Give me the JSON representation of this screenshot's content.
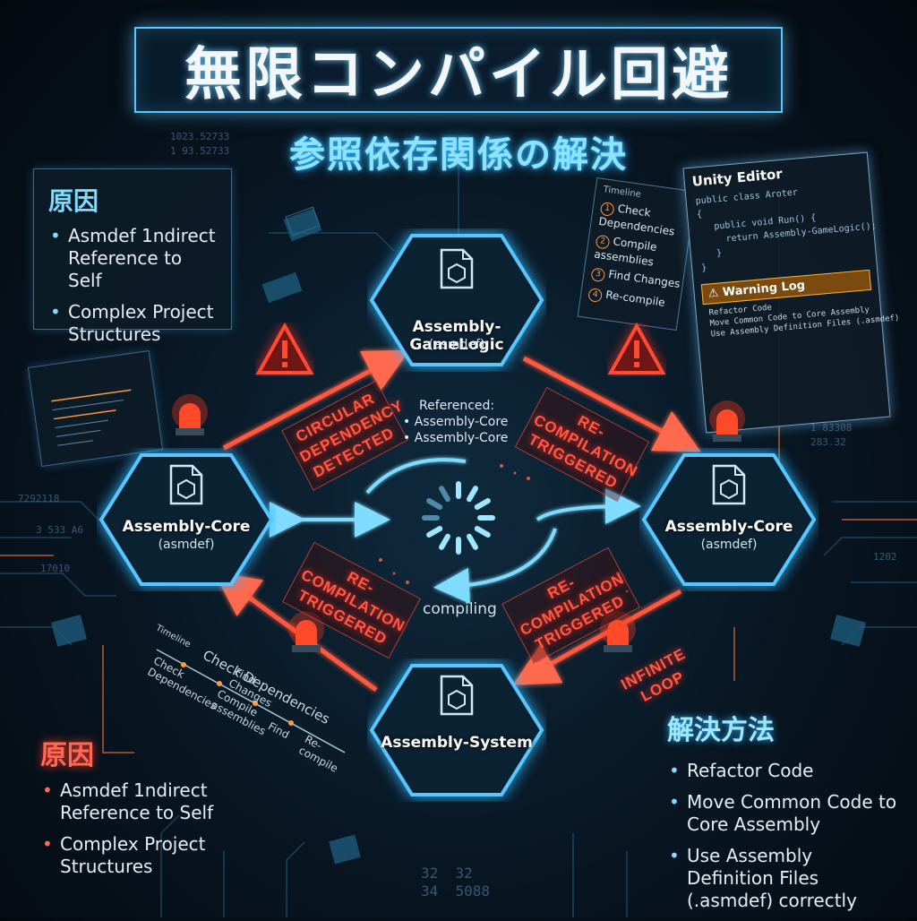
{
  "title": "無限コンパイル回避",
  "subtitle": "参照依存関係の解決",
  "cause_top": {
    "title": "原因",
    "items": [
      "Asmdef 1ndirect Reference to Self",
      "Complex Project Structures"
    ]
  },
  "cause_bottom": {
    "title": "原因",
    "items": [
      "Asmdef 1ndirect Reference to Self",
      "Complex Project Structures"
    ]
  },
  "solution": {
    "title": "解決方法",
    "items": [
      "Refactor Code",
      "Move Common Code to Core Assembly",
      "Use Assembly Definition Files (.asmdef) correctly"
    ]
  },
  "nodes": {
    "top": {
      "name": "Assembly-GameLogic",
      "sub": "(asmdef)"
    },
    "left": {
      "name": "Assembly-Core",
      "sub": "(asmdef)"
    },
    "right": {
      "name": "Assembly-Core",
      "sub": "(asmdef)"
    },
    "bottom": {
      "name": "Assembly-System",
      "sub": ""
    }
  },
  "center": {
    "referenced_title": "Referenced:",
    "referenced_items": [
      "• Assembly-Core",
      "• Assembly-Core"
    ],
    "compiling": "compiling"
  },
  "labels": {
    "circular": "CIRCULAR DEPENDENCY DETECTED",
    "recompile_top_right": "RE-COMPILATION TRIGGERED",
    "recompile_bottom_left": "RE-COMPILATION TRIGGERED",
    "recompile_bottom_right": "RE-COMPILATION TRIGGERED",
    "infinite_loop": "INFINITE LOOP"
  },
  "editor": {
    "title": "Unity Editor",
    "code": "public class Aroter\n{\n   public void Run() {\n     return Assembly-GameLogic();\n   }\n}",
    "warning": "Warning Log",
    "warning_lines": "Refactor Code\nMove Common Code to Core Assembly\nUse Assembly Definition Files (.asmdef)"
  },
  "timeline_panel": {
    "head": "Timeline",
    "items": [
      "Check Dependencies",
      "Compile assemblies",
      "Find Changes",
      "Re-compile"
    ]
  },
  "timeline_diag": {
    "head": "Timeline",
    "title": "Check Dependencies",
    "steps": [
      "Check Dependencies",
      "Compile assemblies",
      "Find Changes",
      "Find",
      "Re-compile"
    ]
  },
  "colors": {
    "cyan": "#59c7ff",
    "red": "#ff4a35",
    "orange": "#ff9a3a"
  }
}
